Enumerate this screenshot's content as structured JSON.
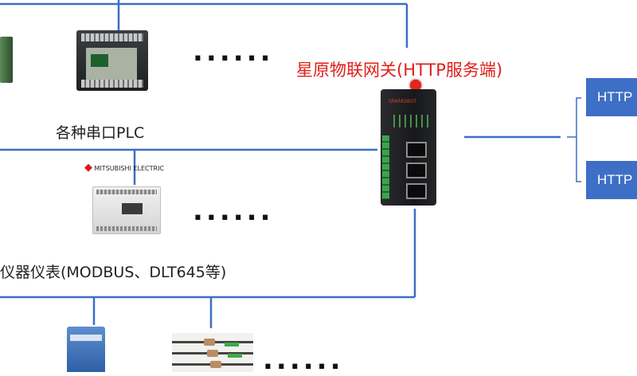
{
  "gateway": {
    "title": "星原物联网关(HTTP服务端)",
    "brand": "SPARKSBOT"
  },
  "groups": {
    "serial_plc": {
      "label": "各种串口PLC",
      "ellipsis": "......"
    },
    "meters": {
      "label": "仪器仪表(MODBUS、DLT645等)",
      "ellipsis": "......",
      "brand_logo": "MITSUBISHI ELECTRIC"
    },
    "sensors": {
      "ellipsis": "......"
    }
  },
  "http_clients": [
    {
      "label": "HTTP"
    },
    {
      "label": "HTTP"
    }
  ],
  "colors": {
    "title_red": "#e0201b",
    "line_blue": "#3c6fc4",
    "box_blue": "#3e6fc6"
  }
}
